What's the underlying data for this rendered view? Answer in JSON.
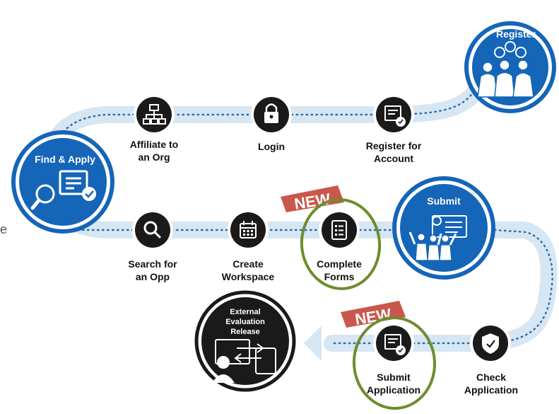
{
  "hubs": {
    "register": "Register",
    "find_apply": "Find & Apply",
    "submit": "Submit",
    "release": [
      "External",
      "Evaluation",
      "Release"
    ]
  },
  "steps": {
    "affiliate": [
      "Affiliate to",
      "an Org"
    ],
    "login": [
      "Login"
    ],
    "register_account": [
      "Register for",
      "Account"
    ],
    "search": [
      "Search for",
      "an Opp"
    ],
    "workspace": [
      "Create",
      "Workspace"
    ],
    "forms": [
      "Complete",
      "Forms"
    ],
    "submit_app": [
      "Submit",
      "Application"
    ],
    "check_app": [
      "Check",
      "Application"
    ]
  },
  "badges": {
    "new_forms": "NEW",
    "new_submit": "NEW"
  },
  "edge_text": "e",
  "colors": {
    "brand_blue": "#1565b8",
    "step_dark": "#1a1a1a",
    "path_light": "#d6e6f2",
    "dots": "#2a6bb0",
    "highlight_green": "#6e8c2e",
    "new_red": "#c0392b"
  }
}
